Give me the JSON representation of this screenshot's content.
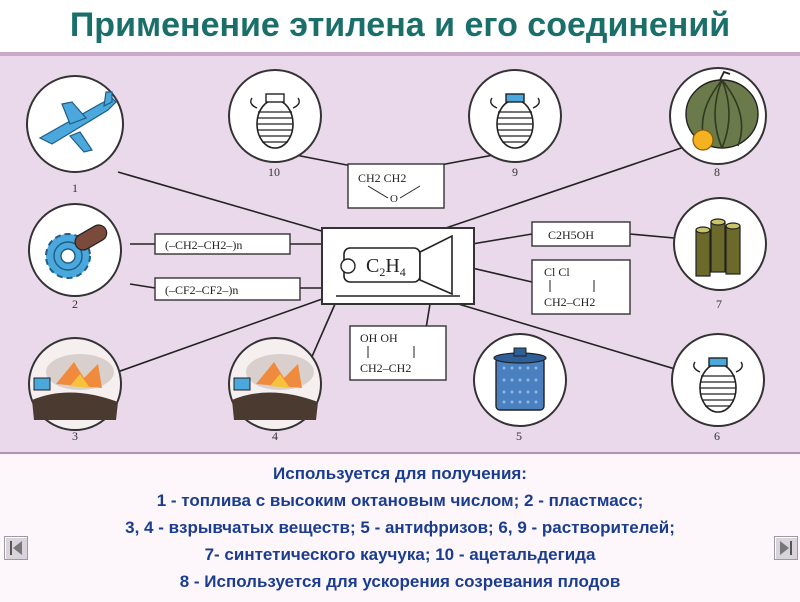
{
  "title": "Применение этилена и его соединений",
  "center": {
    "formula": "C2H4",
    "label_main": "C",
    "sub1": "2",
    "h": "H",
    "sub2": "4"
  },
  "numbers": [
    "1",
    "10",
    "9",
    "8",
    "2",
    "7",
    "3",
    "4",
    "5",
    "6"
  ],
  "formulas": {
    "polyethylene": "(–CH2–CH2–)n",
    "teflon": "(–CF2–CF2–)n",
    "ethanol": "C2H5OH",
    "oxide_top": "CH2  CH2",
    "oxide_o": "O",
    "dichloro_top": "Cl     Cl",
    "dichloro_bottom": "CH2–CH2",
    "glycol_top": "OH   OH",
    "glycol_bottom": "CH2–CH2"
  },
  "caption": {
    "line1": "Используется для получения:",
    "line2": "1 - топлива с высоким октановым числом;  2 - пластмасс;",
    "line3": "3, 4 - взрывчатых веществ; 5 - антифризов; 6, 9 - растворителей;",
    "line4": "7- синтетического каучука; 10 - ацетальдегида",
    "line5": "8 - Используется для ускорения созревания плодов"
  },
  "colors": {
    "title": "#1a6f6a",
    "caption": "#1b3d8f",
    "diagram_bg": "#ead9ea",
    "accent_blue": "#4aa8dc"
  },
  "icons": [
    "airplane-icon",
    "jar-icon",
    "gear-icon",
    "pumpkin-icon",
    "cylinders-icon",
    "explosion-icon",
    "canister-icon",
    "prev-arrow-icon",
    "next-arrow-icon"
  ]
}
